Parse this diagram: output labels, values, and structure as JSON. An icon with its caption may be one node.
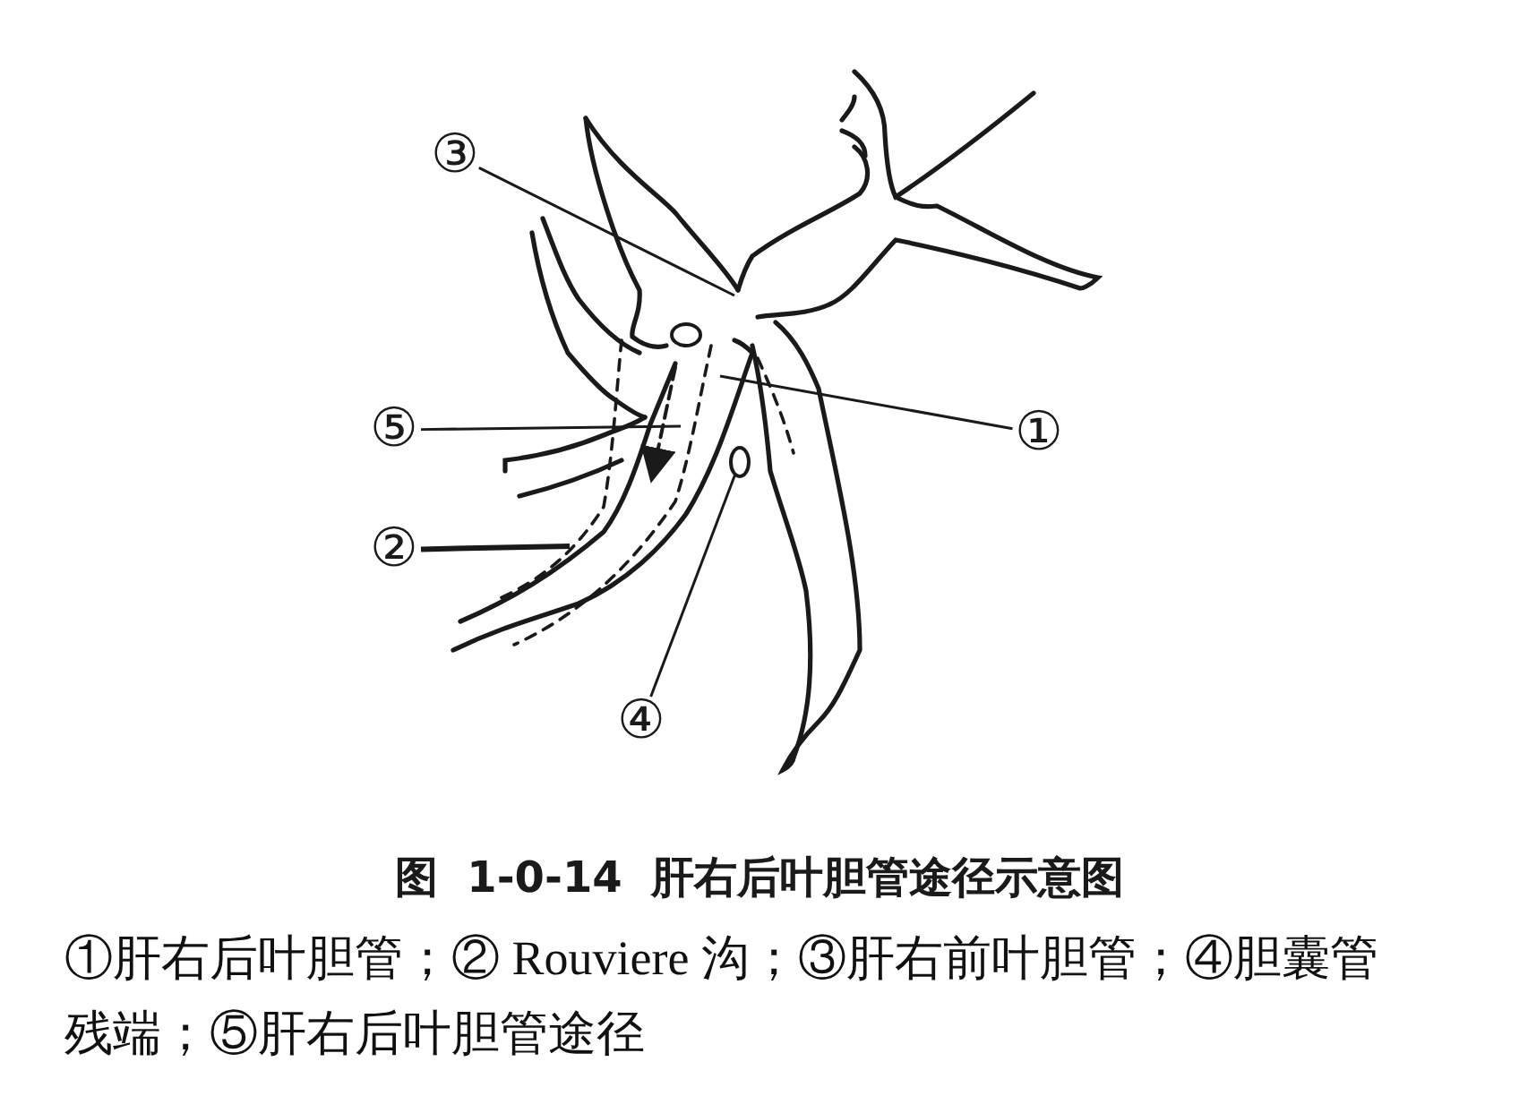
{
  "diagram": {
    "title": "图 1-0-14 肝右后叶胆管途径示意图",
    "caption": "①肝右后叶胆管；② Rouviere 沟；③肝右前叶胆管；④胆囊管残端；⑤肝右后叶胆管途径",
    "nodes": [
      {
        "text": [
          "③"
        ]
      },
      {
        "text": [
          "①"
        ]
      },
      {
        "text": [
          "⑤"
        ]
      },
      {
        "text": [
          "②"
        ]
      },
      {
        "text": [
          "④"
        ]
      },
      {
        "text": [],
        "shape": "circle"
      }
    ],
    "edges": [
      {
        "from": 0,
        "to": null,
        "arrow": "none"
      },
      {
        "from": 1,
        "to": null,
        "arrow": "none"
      },
      {
        "from": 2,
        "to": null,
        "arrow": "none"
      },
      {
        "from": 3,
        "to": null,
        "arrow": "none",
        "style": "thick"
      },
      {
        "from": 4,
        "to": 5,
        "arrow": "none"
      }
    ]
  }
}
